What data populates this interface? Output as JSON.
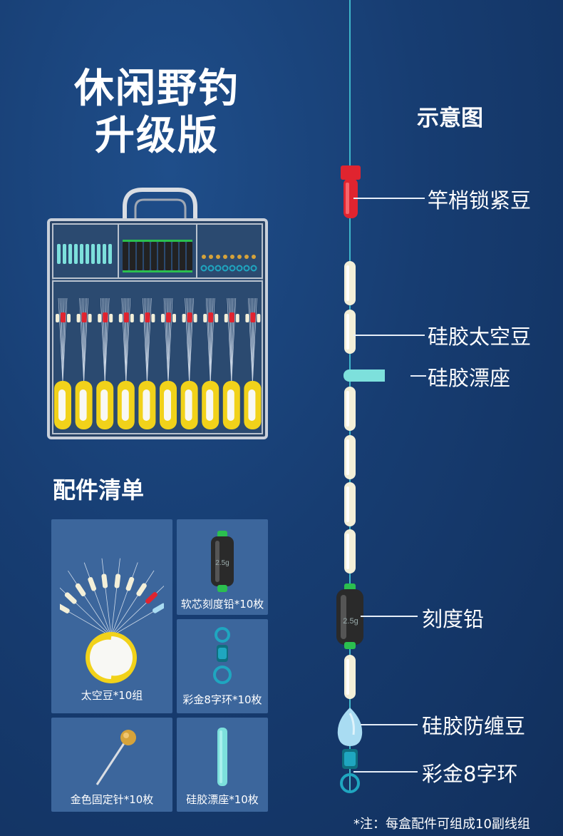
{
  "header": {
    "title_line1": "休闲野钓",
    "title_line2": "升级版"
  },
  "diagram": {
    "title": "示意图",
    "labels": {
      "rod_tip_stopper": "竿梢锁紧豆",
      "silicone_space_bead": "硅胶太空豆",
      "silicone_float_seat": "硅胶漂座",
      "scale_lead": "刻度铅",
      "anti_tangle_bead": "硅胶防缠豆",
      "swivel": "彩金8字环"
    }
  },
  "parts": {
    "heading": "配件清单",
    "items": [
      {
        "label": "太空豆*10组"
      },
      {
        "label": "软芯刻度铅*10枚"
      },
      {
        "label": "彩金8字环*10枚"
      },
      {
        "label": "金色固定针*10枚"
      },
      {
        "label": "硅胶漂座*10枚"
      }
    ]
  },
  "lead_weight_mark": "2.5g",
  "note": "*注：每盒配件可组成10副线组",
  "colors": {
    "background": "#173d72",
    "card": "#3c669c",
    "line": "#3fb7c9",
    "rod_tip_stopper": "#e0242f",
    "bead": "#f3efd8",
    "float_seat": "#7de0dc",
    "lead": "#2a2a2a",
    "anti_tangle": "#a9dcf2",
    "swivel": "#1fa6c0",
    "space_bead_yellow": "#f1d21a"
  }
}
